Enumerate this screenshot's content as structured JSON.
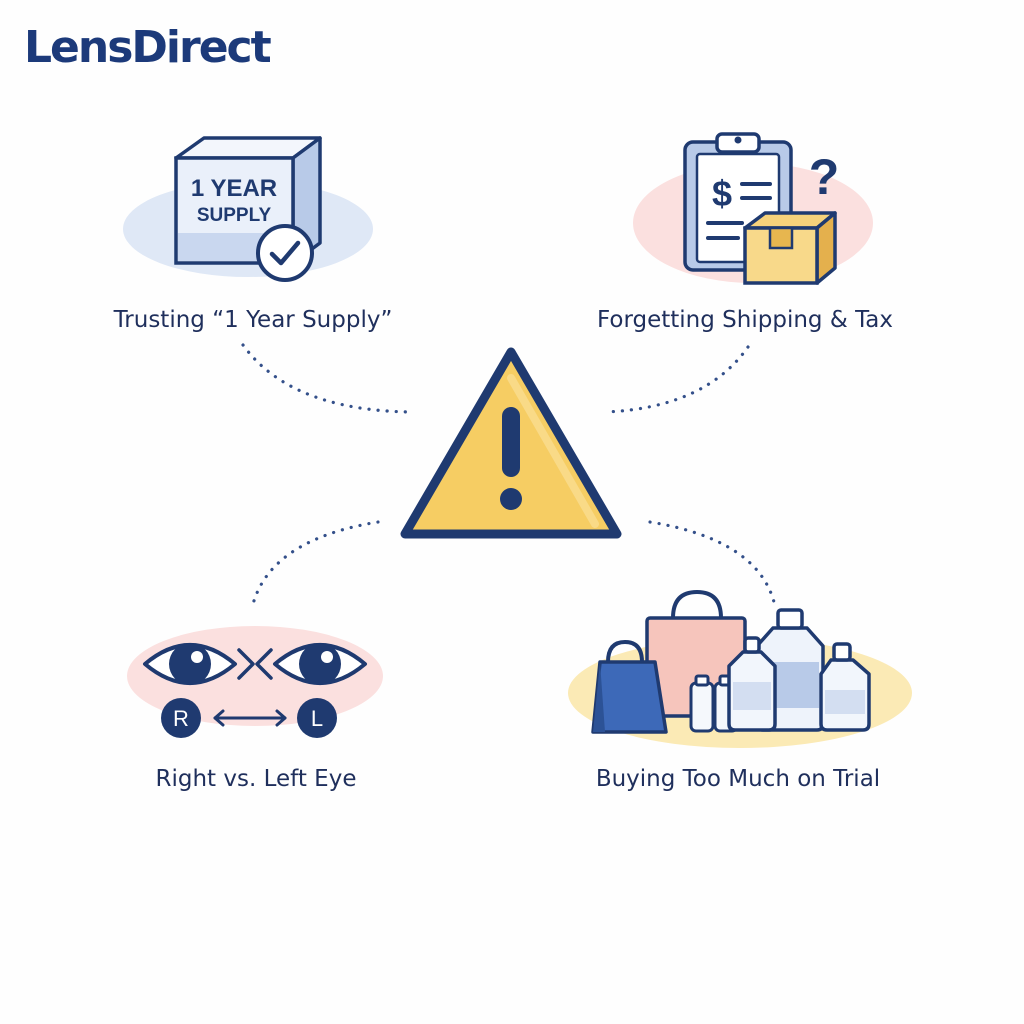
{
  "brand": {
    "name": "LensDirect"
  },
  "warning": {
    "icon": "warning-triangle-icon",
    "fill": "#f6cd63",
    "stroke": "#1f3a70"
  },
  "items": [
    {
      "label": "Trusting “1 Year Supply”",
      "icon": "year-supply-box-icon",
      "box_text_line1": "1 YEAR",
      "box_text_line2": "SUPPLY"
    },
    {
      "label": "Forgetting Shipping & Tax",
      "icon": "clipboard-price-icon",
      "price_symbol": "$",
      "question_mark": "?"
    },
    {
      "label": "Right vs. Left Eye",
      "icon": "eyes-icon",
      "right_badge": "R",
      "left_badge": "L"
    },
    {
      "label": "Buying Too Much on Trial",
      "icon": "shopping-bags-bottles-icon"
    }
  ],
  "colors": {
    "navy": "#1f3a70",
    "brand": "#1c3a7a",
    "blue_blob": "#dfe8f6",
    "pink_blob": "#fbe0df",
    "yellow_blob": "#fbeab5",
    "warning_yellow": "#f6cd63"
  }
}
